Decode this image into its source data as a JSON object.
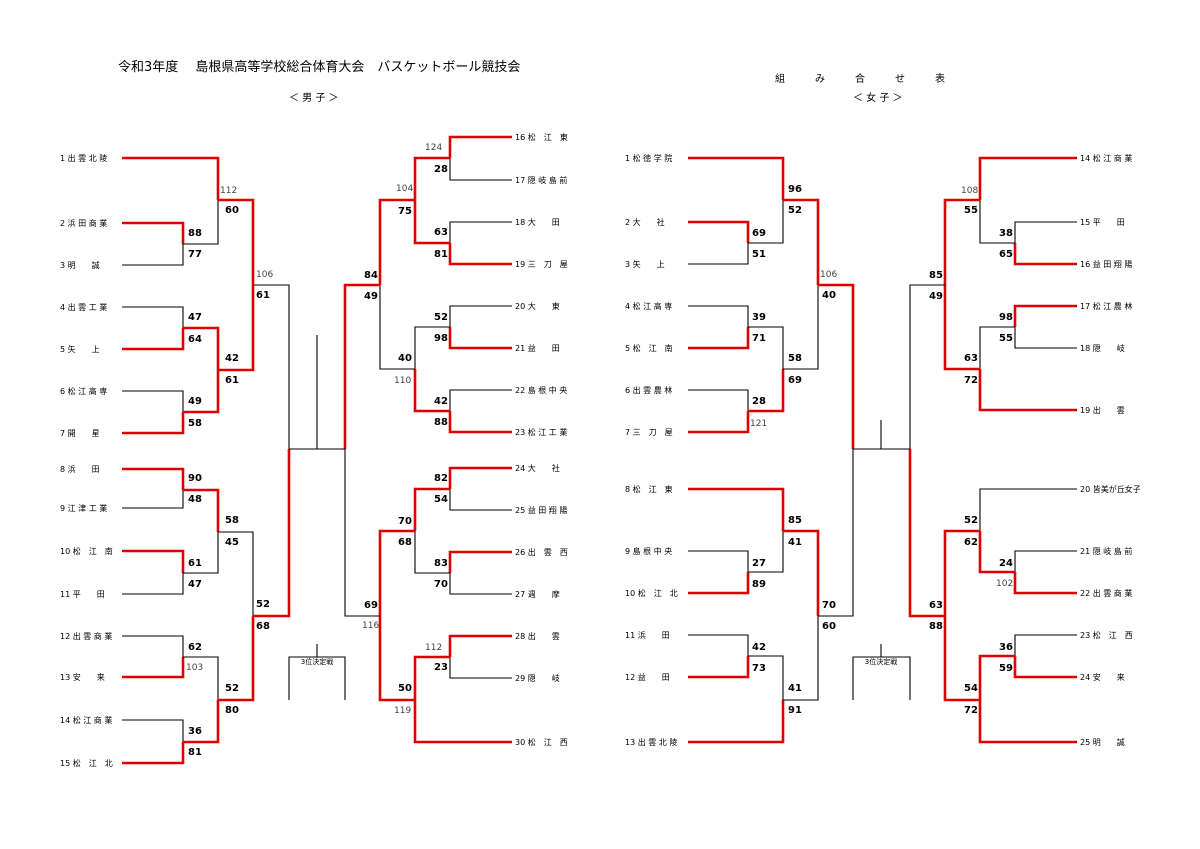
{
  "header": {
    "title": "令和3年度　 島根県高等学校総合体育大会　バスケットボール競技会",
    "subtitle": "組　　　み　　　合　　　せ　　　表",
    "boys_label": "＜ 男 子 ＞",
    "girls_label": "＜ 女 子 ＞"
  },
  "third_place_label": "3位決定戦",
  "boys": {
    "left_teams": [
      "1 出 雲 北 陵",
      "2 浜 田 商 業",
      "3 明　　誠",
      "4 出 雲 工 業",
      "5 矢　　上",
      "6 松 江 高 専",
      "7 開　　星",
      "8 浜　　田",
      "9 江 津 工 業",
      "10 松　江　南",
      "11 平　　田",
      "12 出 雲 商 業",
      "13 安　　来",
      "14 松 江 商 業",
      "15 松　江　北"
    ],
    "right_teams": [
      "16 松　江　東",
      "17 隠 岐 島 前",
      "18 大　　田",
      "19 三　刀　屋",
      "20 大　　東",
      "21 益　　田",
      "22 島 根 中 央",
      "23 松 江 工 業",
      "24 大　　社",
      "25 益 田 翔 陽",
      "26 出　雲　西",
      "27 週　　摩",
      "28 出　　雲",
      "29 隠　　岐",
      "30 松　江　西"
    ],
    "scores": [
      "60",
      "88",
      "77",
      "47",
      "64",
      "42",
      "61",
      "49",
      "58",
      "61",
      "90",
      "48",
      "58",
      "45",
      "61",
      "47",
      "52",
      "68",
      "62",
      "52",
      "80",
      "36",
      "81",
      "28",
      "75",
      "63",
      "81",
      "84",
      "49",
      "52",
      "98",
      "40",
      "42",
      "88",
      "82",
      "54",
      "70",
      "68",
      "83",
      "70",
      "69",
      "23",
      "50"
    ],
    "game_numbers": [
      "112",
      "106",
      "103",
      "124",
      "104",
      "110",
      "116",
      "112",
      "119"
    ]
  },
  "girls": {
    "left_teams": [
      "1 松 徳 学 院",
      "2 大　　社",
      "3 矢　　上",
      "4 松 江 高 専",
      "5 松　江　南",
      "6 出 雲 農 林",
      "7 三　刀　屋",
      "8 松　江　東",
      "9 島 根 中 央",
      "10 松　江　北",
      "11 浜　　田",
      "12 益　　田",
      "13 出 雲 北 陵"
    ],
    "right_teams": [
      "14 松 江 商 業",
      "15 平　　田",
      "16 益 田 翔 陽",
      "17 松 江 農 林",
      "18 隠　　岐",
      "19 出　　雲",
      "20 皆美が丘女子",
      "21 隠 岐 島 前",
      "22 出 雲 商 業",
      "23 松　江　西",
      "24 安　　来",
      "25 明　　誠"
    ],
    "scores": [
      "96",
      "52",
      "69",
      "51",
      "39",
      "71",
      "58",
      "69",
      "28",
      "40",
      "85",
      "41",
      "27",
      "89",
      "70",
      "60",
      "42",
      "73",
      "41",
      "91",
      "55",
      "38",
      "65",
      "85",
      "49",
      "98",
      "55",
      "63",
      "72",
      "52",
      "62",
      "24",
      "63",
      "88",
      "36",
      "59",
      "54",
      "72"
    ],
    "game_numbers": [
      "106",
      "121",
      "108",
      "102"
    ]
  }
}
